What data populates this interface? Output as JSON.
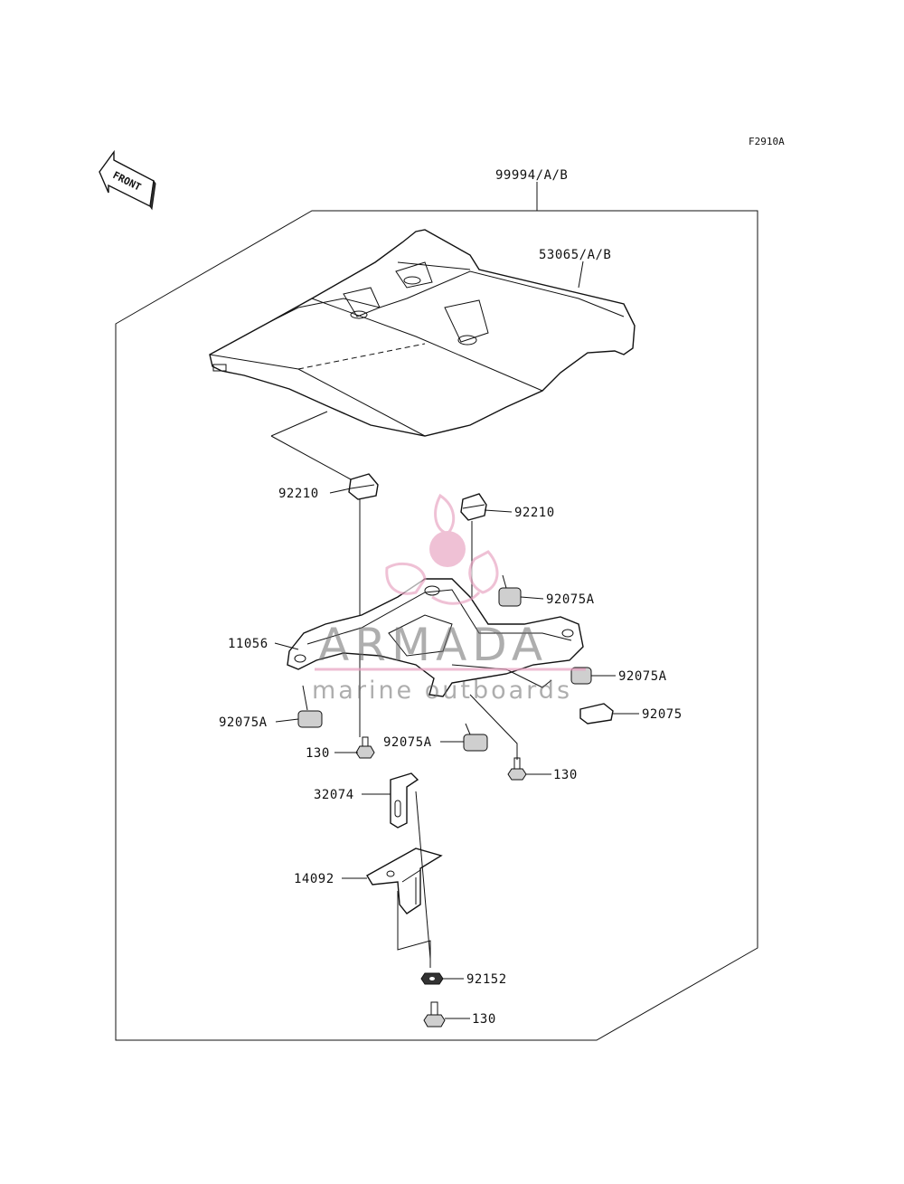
{
  "figure_code": "F2910A",
  "front_arrow_label": "FRONT",
  "watermark": {
    "brand": "ARMADA",
    "tagline": "marine outboards",
    "color": "#e8a0c0"
  },
  "callouts": [
    {
      "id": "c1",
      "text": "99994/A/B"
    },
    {
      "id": "c2",
      "text": "53065/A/B"
    },
    {
      "id": "c3",
      "text": "92210"
    },
    {
      "id": "c4",
      "text": "92210"
    },
    {
      "id": "c5",
      "text": "92075A"
    },
    {
      "id": "c6",
      "text": "11056"
    },
    {
      "id": "c7",
      "text": "92075A"
    },
    {
      "id": "c8",
      "text": "92075"
    },
    {
      "id": "c9",
      "text": "92075A"
    },
    {
      "id": "c10",
      "text": "130"
    },
    {
      "id": "c11",
      "text": "92075A"
    },
    {
      "id": "c12",
      "text": "130"
    },
    {
      "id": "c13",
      "text": "32074"
    },
    {
      "id": "c14",
      "text": "14092"
    },
    {
      "id": "c15",
      "text": "92152"
    },
    {
      "id": "c16",
      "text": "130"
    }
  ]
}
